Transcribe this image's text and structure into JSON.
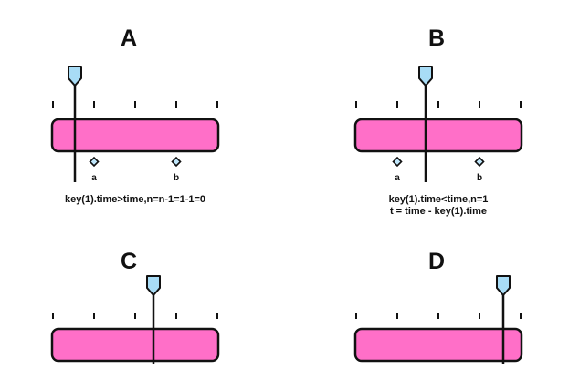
{
  "colors": {
    "bar": "#ff6fc8",
    "stroke": "#111111",
    "playhead": "#a8dcf6",
    "keyframe": "#bfe6fa"
  },
  "icons": {
    "playhead": "playhead-marker-icon",
    "keyframe": "diamond-keyframe-icon"
  },
  "panels": [
    {
      "id": "a",
      "title": "A",
      "keys": [
        "a",
        "b"
      ],
      "caption": [
        "key(1).time>time,n=n-1=1-1=0"
      ]
    },
    {
      "id": "b",
      "title": "B",
      "keys": [
        "a",
        "b"
      ],
      "caption": [
        "key(1).time<time,n=1",
        "t = time - key(1).time"
      ]
    },
    {
      "id": "c",
      "title": "C",
      "keys": [],
      "caption": []
    },
    {
      "id": "d",
      "title": "D",
      "keys": [],
      "caption": []
    }
  ]
}
